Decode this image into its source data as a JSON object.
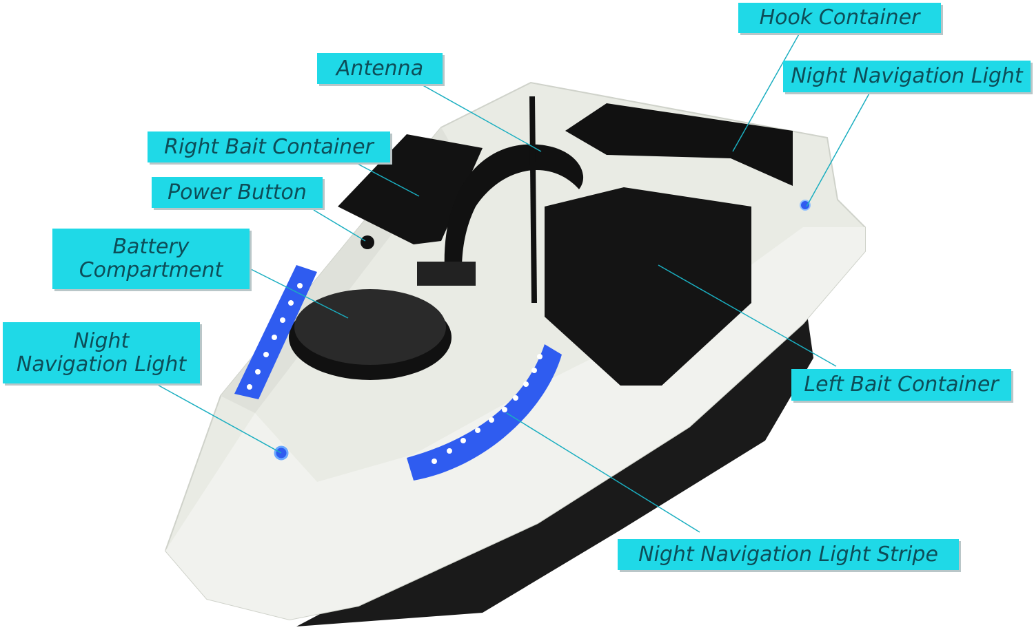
{
  "labels": {
    "hook_container": "Hook Container",
    "night_light_rear": "Night Navigation Light",
    "antenna": "Antenna",
    "right_bait_container": "Right Bait Container",
    "power_button": "Power Button",
    "battery_line1": "Battery",
    "battery_line2": "Compartment",
    "night_light_front_line1": "Night",
    "night_light_front_line2": "Navigation Light",
    "left_bait_container": "Left Bait Container",
    "night_light_stripe": "Night Navigation Light Stripe"
  },
  "colors": {
    "label_bg": "#1fd9e7",
    "label_text": "#0d4d58",
    "led": "#2f5cf0",
    "hull": "#e9ebe4"
  }
}
